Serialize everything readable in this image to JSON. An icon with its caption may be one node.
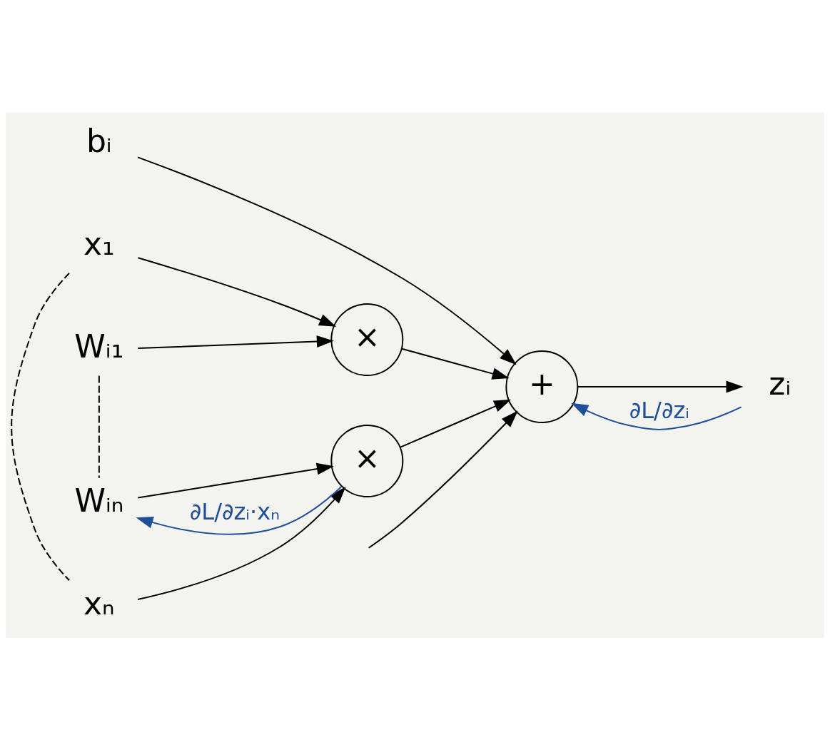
{
  "diagram": {
    "nodes": [
      {
        "text": [
          "bᵢ"
        ]
      },
      {
        "text": [
          "x₁"
        ]
      },
      {
        "text": [
          "×"
        ]
      },
      {
        "text": [
          "Wᵢ₁"
        ]
      },
      {
        "text": [
          "xₙ"
        ]
      },
      {
        "text": [
          "×"
        ]
      },
      {
        "text": [
          "Wᵢₙ"
        ]
      },
      {
        "text": [
          "+"
        ]
      },
      {
        "text": [
          "zᵢ"
        ]
      }
    ],
    "edges": [
      {
        "from": 1,
        "to": 2,
        "arrow": "to"
      },
      {
        "from": 3,
        "to": 2,
        "arrow": "to"
      },
      {
        "from": 4,
        "to": 5,
        "arrow": "to"
      },
      {
        "from": 6,
        "to": 5,
        "arrow": "to"
      },
      {
        "from": 0,
        "to": 7,
        "arrow": "to"
      },
      {
        "from": 2,
        "to": 7,
        "arrow": "to"
      },
      {
        "from": null,
        "to": 7,
        "arrow": "to"
      },
      {
        "from": 5,
        "to": 7,
        "arrow": "to"
      },
      {
        "from": 7,
        "to": 8,
        "arrow": "to"
      },
      {
        "from": 8,
        "to": 7,
        "arrow": "to",
        "color": "#1f4e9a",
        "label": "∂L/∂zᵢ"
      },
      {
        "from": 5,
        "to": 6,
        "arrow": "to",
        "color": "#1f4e9a",
        "label": "∂L/∂zᵢ·xₙ"
      },
      {
        "from": 1,
        "to": 4,
        "arrow": "none",
        "style": "dashed"
      },
      {
        "from": 3,
        "to": 6,
        "arrow": "none",
        "style": "dashed"
      }
    ]
  }
}
